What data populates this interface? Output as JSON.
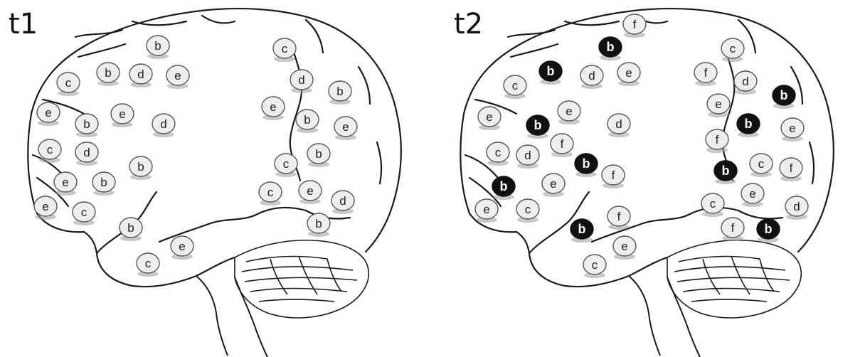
{
  "panels": [
    {
      "title": "t1",
      "nodes": [
        {
          "label": "b",
          "highlight": false
        },
        {
          "label": "c",
          "highlight": false
        },
        {
          "label": "b",
          "highlight": false
        },
        {
          "label": "d",
          "highlight": false
        },
        {
          "label": "e",
          "highlight": false
        },
        {
          "label": "c",
          "highlight": false
        },
        {
          "label": "d",
          "highlight": false
        },
        {
          "label": "b",
          "highlight": false
        },
        {
          "label": "e",
          "highlight": false
        },
        {
          "label": "b",
          "highlight": false
        },
        {
          "label": "e",
          "highlight": false
        },
        {
          "label": "d",
          "highlight": false
        },
        {
          "label": "e",
          "highlight": false
        },
        {
          "label": "b",
          "highlight": false
        },
        {
          "label": "e",
          "highlight": false
        },
        {
          "label": "c",
          "highlight": false
        },
        {
          "label": "d",
          "highlight": false
        },
        {
          "label": "b",
          "highlight": false
        },
        {
          "label": "c",
          "highlight": false
        },
        {
          "label": "b",
          "highlight": false
        },
        {
          "label": "e",
          "highlight": false
        },
        {
          "label": "b",
          "highlight": false
        },
        {
          "label": "c",
          "highlight": false
        },
        {
          "label": "e",
          "highlight": false
        },
        {
          "label": "d",
          "highlight": false
        },
        {
          "label": "e",
          "highlight": false
        },
        {
          "label": "c",
          "highlight": false
        },
        {
          "label": "b",
          "highlight": false
        },
        {
          "label": "b",
          "highlight": false
        },
        {
          "label": "e",
          "highlight": false
        },
        {
          "label": "c",
          "highlight": false
        }
      ]
    },
    {
      "title": "t2",
      "nodes": [
        {
          "label": "f",
          "highlight": false
        },
        {
          "label": "b",
          "highlight": true
        },
        {
          "label": "c",
          "highlight": false
        },
        {
          "label": "b",
          "highlight": true
        },
        {
          "label": "d",
          "highlight": false
        },
        {
          "label": "e",
          "highlight": false
        },
        {
          "label": "f",
          "highlight": false
        },
        {
          "label": "d",
          "highlight": false
        },
        {
          "label": "c",
          "highlight": false
        },
        {
          "label": "b",
          "highlight": true
        },
        {
          "label": "e",
          "highlight": false
        },
        {
          "label": "e",
          "highlight": false
        },
        {
          "label": "e",
          "highlight": false
        },
        {
          "label": "b",
          "highlight": true
        },
        {
          "label": "d",
          "highlight": false
        },
        {
          "label": "b",
          "highlight": true
        },
        {
          "label": "e",
          "highlight": false
        },
        {
          "label": "f",
          "highlight": false
        },
        {
          "label": "f",
          "highlight": false
        },
        {
          "label": "c",
          "highlight": false
        },
        {
          "label": "d",
          "highlight": false
        },
        {
          "label": "b",
          "highlight": true
        },
        {
          "label": "f",
          "highlight": false
        },
        {
          "label": "b",
          "highlight": true
        },
        {
          "label": "c",
          "highlight": false
        },
        {
          "label": "f",
          "highlight": false
        },
        {
          "label": "b",
          "highlight": true
        },
        {
          "label": "e",
          "highlight": false
        },
        {
          "label": "e",
          "highlight": false
        },
        {
          "label": "c",
          "highlight": false
        },
        {
          "label": "e",
          "highlight": false
        },
        {
          "label": "c",
          "highlight": false
        },
        {
          "label": "d",
          "highlight": false
        },
        {
          "label": "f",
          "highlight": false
        },
        {
          "label": "b",
          "highlight": true
        },
        {
          "label": "f",
          "highlight": false
        },
        {
          "label": "b",
          "highlight": true
        },
        {
          "label": "e",
          "highlight": false
        },
        {
          "label": "c",
          "highlight": false
        }
      ]
    }
  ],
  "colors": {
    "line": "#1a1a1a",
    "node_fill": "#eeeeee",
    "node_stroke": "#555555",
    "node_shadow": "#9a9a9a",
    "highlight_fill": "#111111",
    "highlight_text": "#ffffff"
  }
}
